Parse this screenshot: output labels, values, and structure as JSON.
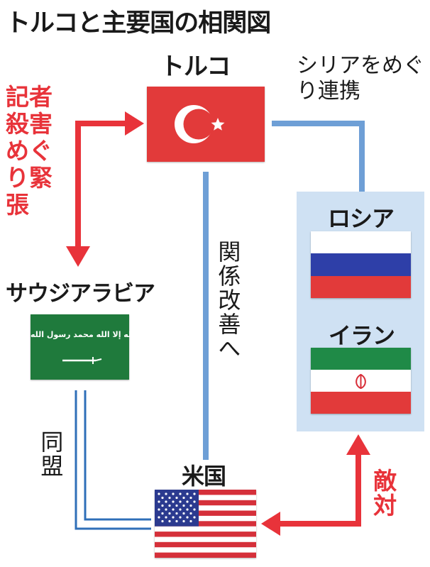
{
  "title": "トルコと主要国の相関図",
  "countries": {
    "turkey": "トルコ",
    "saudi": "サウジアラビア",
    "russia": "ロシア",
    "iran": "イラン",
    "usa": "米国"
  },
  "relations": {
    "turkey_saudi": "記者殺害めぐり緊張",
    "turkey_russia_iran": "シリアをめぐり連携",
    "turkey_usa": "関係改善へ",
    "saudi_usa": "同盟",
    "usa_russia_iran": "敵対"
  },
  "flag_texts": {
    "saudi_shahada": "لا إله إلا الله محمد رسول الله"
  },
  "colors": {
    "tension_red": "#e8333a",
    "cooperation_blue": "#6e9fd6",
    "alliance_blue": "#2f6fb8",
    "bloc_bg": "#cfe1f3",
    "turkey_red": "#e23a3a",
    "saudi_green": "#1f7a3c"
  }
}
